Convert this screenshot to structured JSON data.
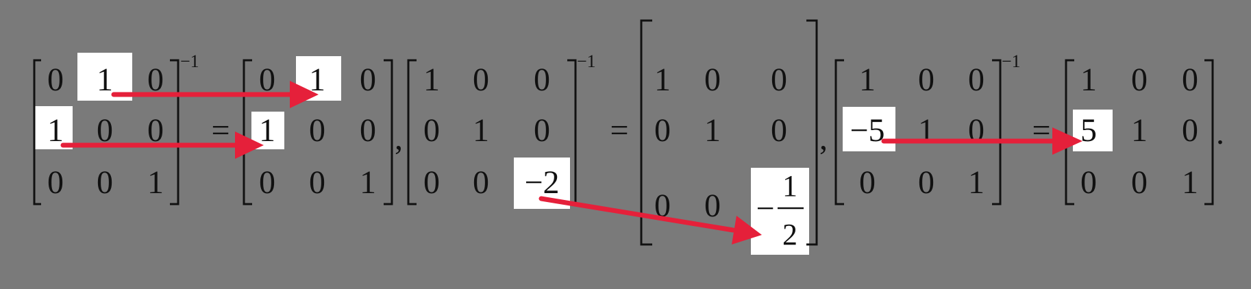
{
  "colors": {
    "background": "#7a7a7a",
    "text": "#111111",
    "highlight_box": "#ffffff",
    "arrow": "#e5203a"
  },
  "equations": [
    {
      "lhs": [
        [
          "0",
          "1",
          "0"
        ],
        [
          "1",
          "0",
          "0"
        ],
        [
          "0",
          "0",
          "1"
        ]
      ],
      "superscript": "−1",
      "equals": "=",
      "rhs": [
        [
          "0",
          "1",
          "0"
        ],
        [
          "1",
          "0",
          "0"
        ],
        [
          "0",
          "0",
          "1"
        ]
      ],
      "separator": ","
    },
    {
      "lhs": [
        [
          "1",
          "0",
          "0"
        ],
        [
          "0",
          "1",
          "0"
        ],
        [
          "0",
          "0",
          "−2"
        ]
      ],
      "superscript": "−1",
      "equals": "=",
      "rhs": [
        [
          "1",
          "0",
          "0"
        ],
        [
          "0",
          "1",
          "0"
        ],
        [
          "0",
          "0",
          ""
        ]
      ],
      "rhs_fraction": {
        "sign": "−",
        "numerator": "1",
        "denominator": "2"
      },
      "separator": ","
    },
    {
      "lhs": [
        [
          "1",
          "0",
          "0"
        ],
        [
          "−5",
          "1",
          "0"
        ],
        [
          "0",
          "0",
          "1"
        ]
      ],
      "superscript": "−1",
      "equals": "=",
      "rhs": [
        [
          "1",
          "0",
          "0"
        ],
        [
          "5",
          "1",
          "0"
        ],
        [
          "0",
          "0",
          "1"
        ]
      ],
      "separator": "."
    }
  ]
}
